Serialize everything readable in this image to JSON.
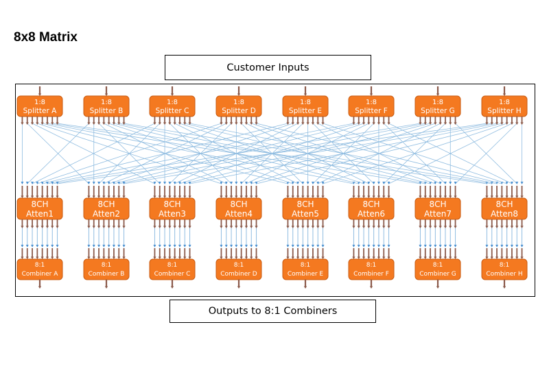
{
  "title": "8x8 Matrix",
  "top_label": "Customer Inputs",
  "bottom_label": "Outputs to 8:1 Combiners",
  "colors": {
    "block_fill": "#F47920",
    "block_stroke": "#C85A10",
    "port_arrow": "#8B5A4A",
    "signal_line": "#8FBCE0",
    "signal_arrow": "#4A90D0"
  },
  "splitters": [
    {
      "line1": "1:8",
      "line2": "Splitter A"
    },
    {
      "line1": "1:8",
      "line2": "Splitter B"
    },
    {
      "line1": "1:8",
      "line2": "Splitter C"
    },
    {
      "line1": "1:8",
      "line2": "Splitter D"
    },
    {
      "line1": "1:8",
      "line2": "Splitter E"
    },
    {
      "line1": "1:8",
      "line2": "Splitter F"
    },
    {
      "line1": "1:8",
      "line2": "Splitter G"
    },
    {
      "line1": "1:8",
      "line2": "Splitter H"
    }
  ],
  "attenuators": [
    {
      "line1": "8CH",
      "line2": "Atten1"
    },
    {
      "line1": "8CH",
      "line2": "Atten2"
    },
    {
      "line1": "8CH",
      "line2": "Atten3"
    },
    {
      "line1": "8CH",
      "line2": "Atten4"
    },
    {
      "line1": "8CH",
      "line2": "Atten5"
    },
    {
      "line1": "8CH",
      "line2": "Atten6"
    },
    {
      "line1": "8CH",
      "line2": "Atten7"
    },
    {
      "line1": "8CH",
      "line2": "Atten8"
    }
  ],
  "combiners": [
    {
      "line1": "8:1",
      "line2": "Combiner A"
    },
    {
      "line1": "8:1",
      "line2": "Combiner B"
    },
    {
      "line1": "8:1",
      "line2": "Combiner C"
    },
    {
      "line1": "8:1",
      "line2": "Combiner D"
    },
    {
      "line1": "8:1",
      "line2": "Combiner E"
    },
    {
      "line1": "8:1",
      "line2": "Combiner F"
    },
    {
      "line1": "8:1",
      "line2": "Combiner G"
    },
    {
      "line1": "8:1",
      "line2": "Combiner H"
    }
  ],
  "ports_per_block": 8
}
